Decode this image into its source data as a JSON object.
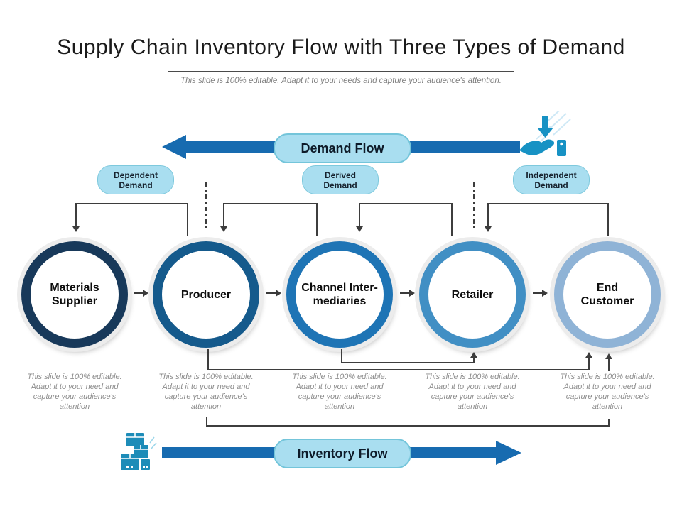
{
  "header": {
    "title": "Supply Chain Inventory Flow with Three Types of Demand",
    "subtitle": "This slide is 100% editable. Adapt it to your needs and capture your audience's attention."
  },
  "flows": {
    "demand": {
      "label": "Demand Flow",
      "direction": "left"
    },
    "inventory": {
      "label": "Inventory Flow",
      "direction": "right"
    },
    "arrow_color": "#176bb0",
    "pill_fill": "#a9def0",
    "pill_border": "#7ec9dd"
  },
  "demand_badges": [
    {
      "label": "Dependent\nDemand"
    },
    {
      "label": "Derived\nDemand"
    },
    {
      "label": "Independent\nDemand"
    }
  ],
  "nodes": [
    {
      "label": "Materials\nSupplier",
      "ring_color": "#18395a",
      "caption": "This slide is 100% editable. Adapt it to your need and capture your audience's attention"
    },
    {
      "label": "Producer",
      "ring_color": "#155a8c",
      "caption": "This slide is 100% editable. Adapt it to your need and capture your audience's attention"
    },
    {
      "label": "Channel Inter-\nmediaries",
      "ring_color": "#1e74b5",
      "caption": "This slide is 100% editable. Adapt it to your need and capture your audience's attention"
    },
    {
      "label": "Retailer",
      "ring_color": "#418fc4",
      "caption": "This slide is 100% editable. Adapt it to your need and capture your audience's attention"
    },
    {
      "label": "End\nCustomer",
      "ring_color": "#8fb3d6",
      "caption": "This slide is 100% editable. Adapt it to your need and capture your audience's attention"
    }
  ],
  "icons": {
    "receive_hand": "hand receiving demand arrow",
    "inventory_boxes": "stacked inventory boxes",
    "icon_color": "#1792c4"
  },
  "connector_color": "#3d3d3d"
}
